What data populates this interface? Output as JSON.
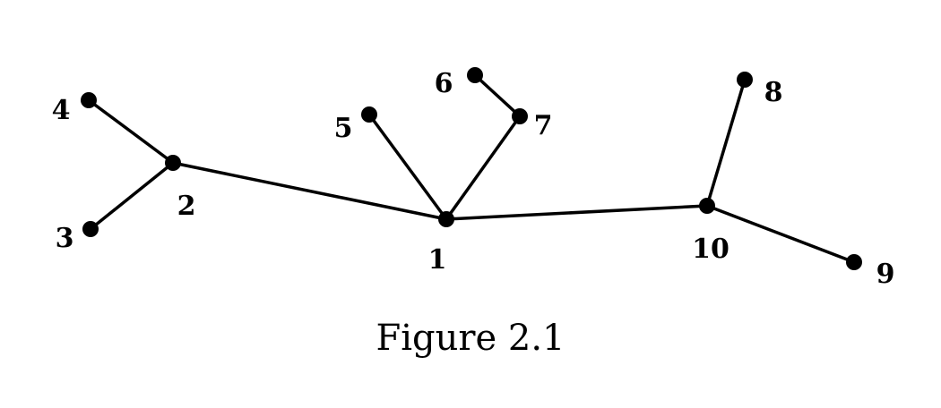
{
  "caption": "Figure 2.1",
  "nodes": [
    {
      "id": "1",
      "label": "1"
    },
    {
      "id": "2",
      "label": "2"
    },
    {
      "id": "3",
      "label": "3"
    },
    {
      "id": "4",
      "label": "4"
    },
    {
      "id": "5",
      "label": "5"
    },
    {
      "id": "6",
      "label": "6"
    },
    {
      "id": "7",
      "label": "7"
    },
    {
      "id": "8",
      "label": "8"
    },
    {
      "id": "9",
      "label": "9"
    },
    {
      "id": "10",
      "label": "10"
    }
  ],
  "edges": [
    [
      "4",
      "2"
    ],
    [
      "3",
      "2"
    ],
    [
      "2",
      "1"
    ],
    [
      "5",
      "1"
    ],
    [
      "7",
      "1"
    ],
    [
      "6",
      "7"
    ],
    [
      "1",
      "10"
    ],
    [
      "8",
      "10"
    ],
    [
      "10",
      "9"
    ]
  ]
}
